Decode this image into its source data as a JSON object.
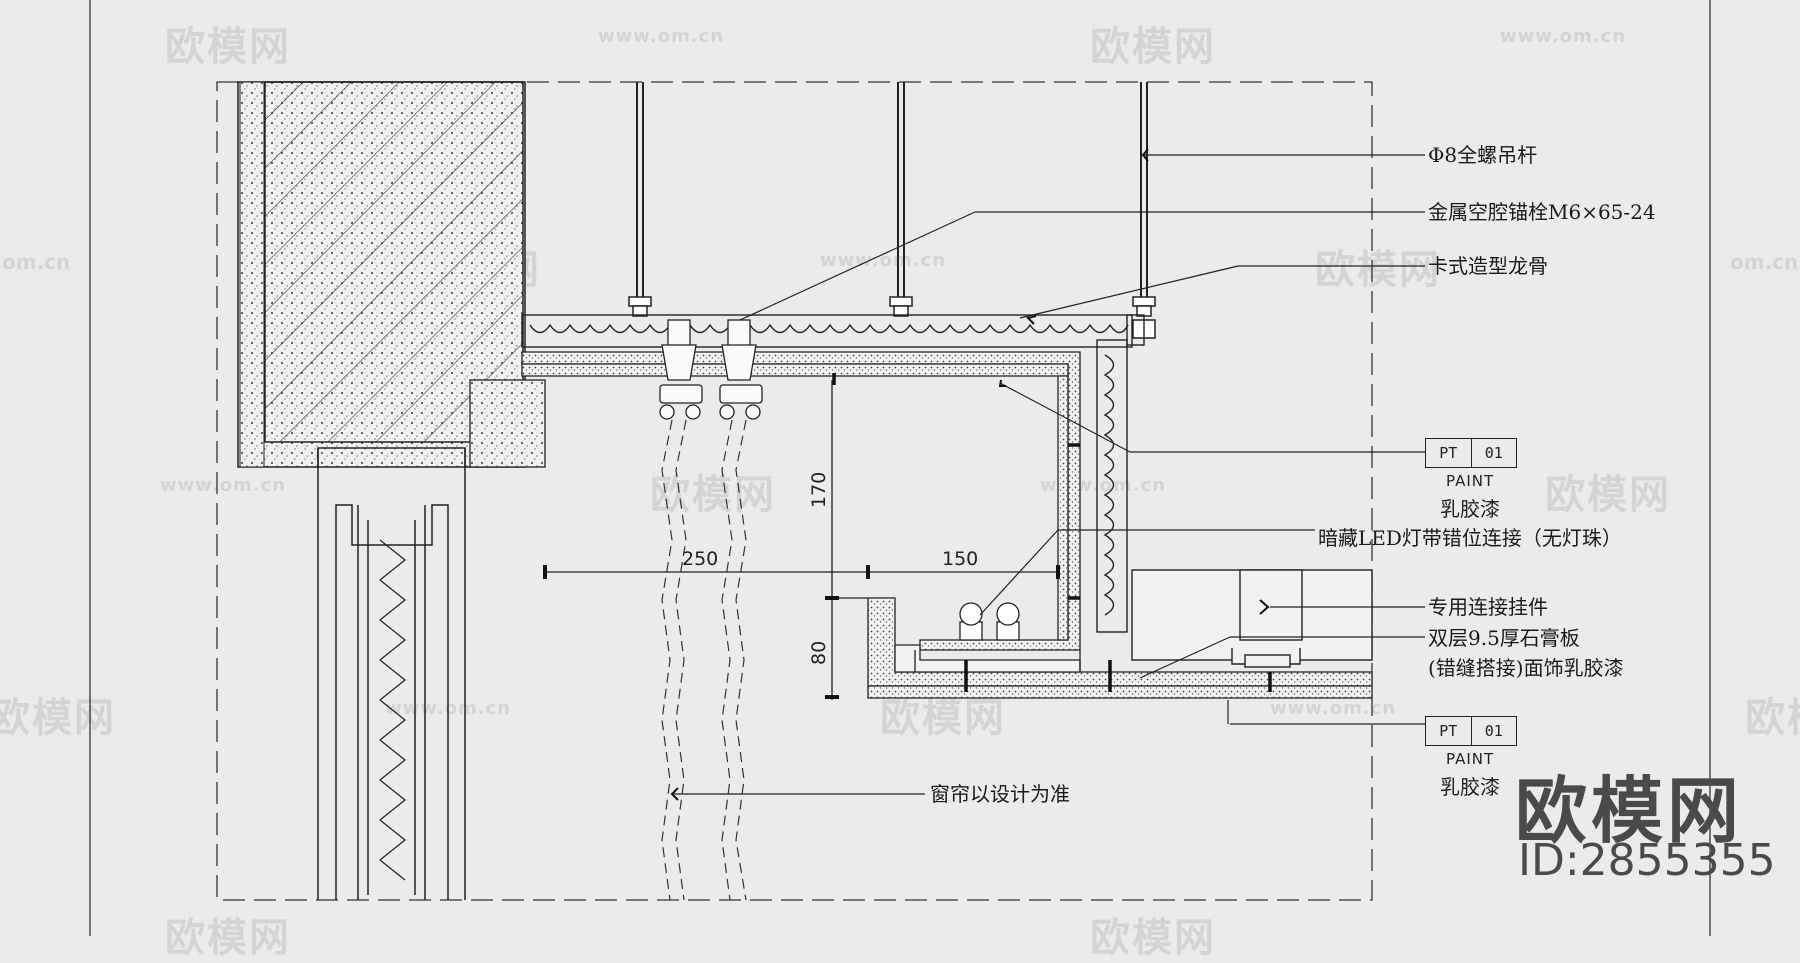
{
  "watermark": {
    "logo_text": "欧模网",
    "url_text": "www.om.cn",
    "side_url": "om.cn",
    "side_logo": "欧模网"
  },
  "labels": {
    "rod": "Φ8全螺吊杆",
    "anchor": "金属空腔锚栓M6×65-24",
    "keel": "卡式造型龙骨",
    "led": "暗藏LED灯带错位连接（无灯珠）",
    "hanger": "专用连接挂件",
    "board_line1": "双层9.5厚石膏板",
    "board_line2": "(错缝搭接)面饰乳胶漆",
    "curtain": "窗帘以设计为准"
  },
  "tags": [
    {
      "code": "PT",
      "num": "01",
      "paint": "PAINT",
      "cn": "乳胶漆"
    },
    {
      "code": "PT",
      "num": "01",
      "paint": "PAINT",
      "cn": "乳胶漆"
    }
  ],
  "dimensions": {
    "d170": "170",
    "d250": "250",
    "d150": "150",
    "d80": "80"
  },
  "brand": {
    "logo": "欧模网",
    "id": "ID:2855355"
  }
}
